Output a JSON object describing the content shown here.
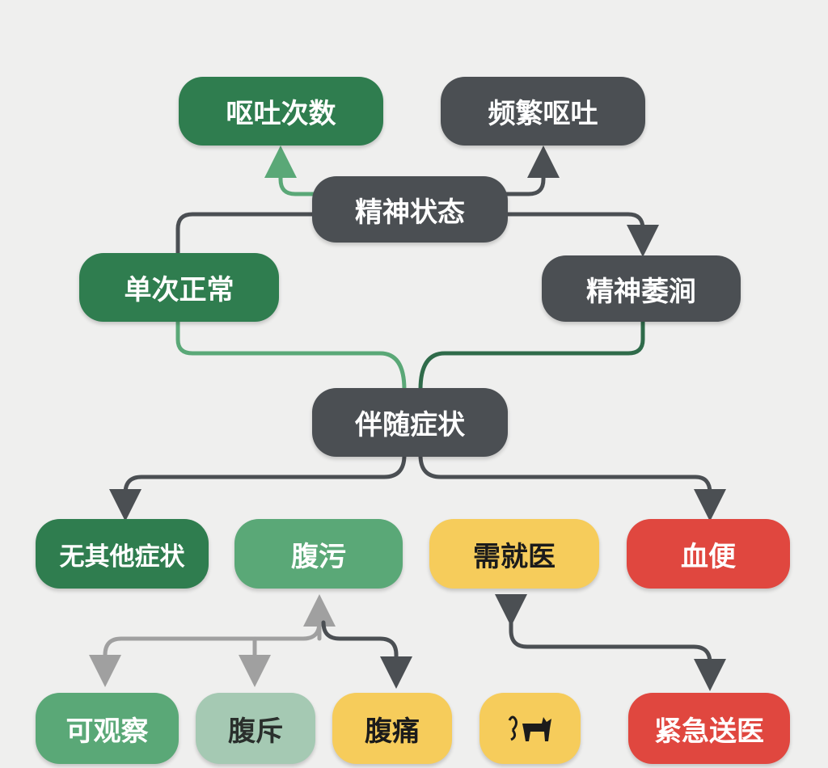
{
  "nodes": {
    "vomit_count": "呕吐次数",
    "frequent_vomit": "频繁呕吐",
    "mental_state": "精神状态",
    "single_normal": "单次正常",
    "lethargic": "精神萎涧",
    "accompanying": "伴随症状",
    "no_other": "无其他症状",
    "diarrhea": "腹污",
    "need_doctor": "需就医",
    "bloody_stool": "血便",
    "observe": "可观察",
    "abdomen_other": "腹斥",
    "abdominal_pain": "腹痛",
    "dog_icon": "dog-icon",
    "emergency": "紧急送医"
  },
  "colors": {
    "dark_green": "#2f7d4f",
    "mid_green": "#5aa877",
    "light_green": "#a5c9b3",
    "gray": "#4b4f53",
    "yellow": "#f6cc5b",
    "red": "#e0473f"
  }
}
